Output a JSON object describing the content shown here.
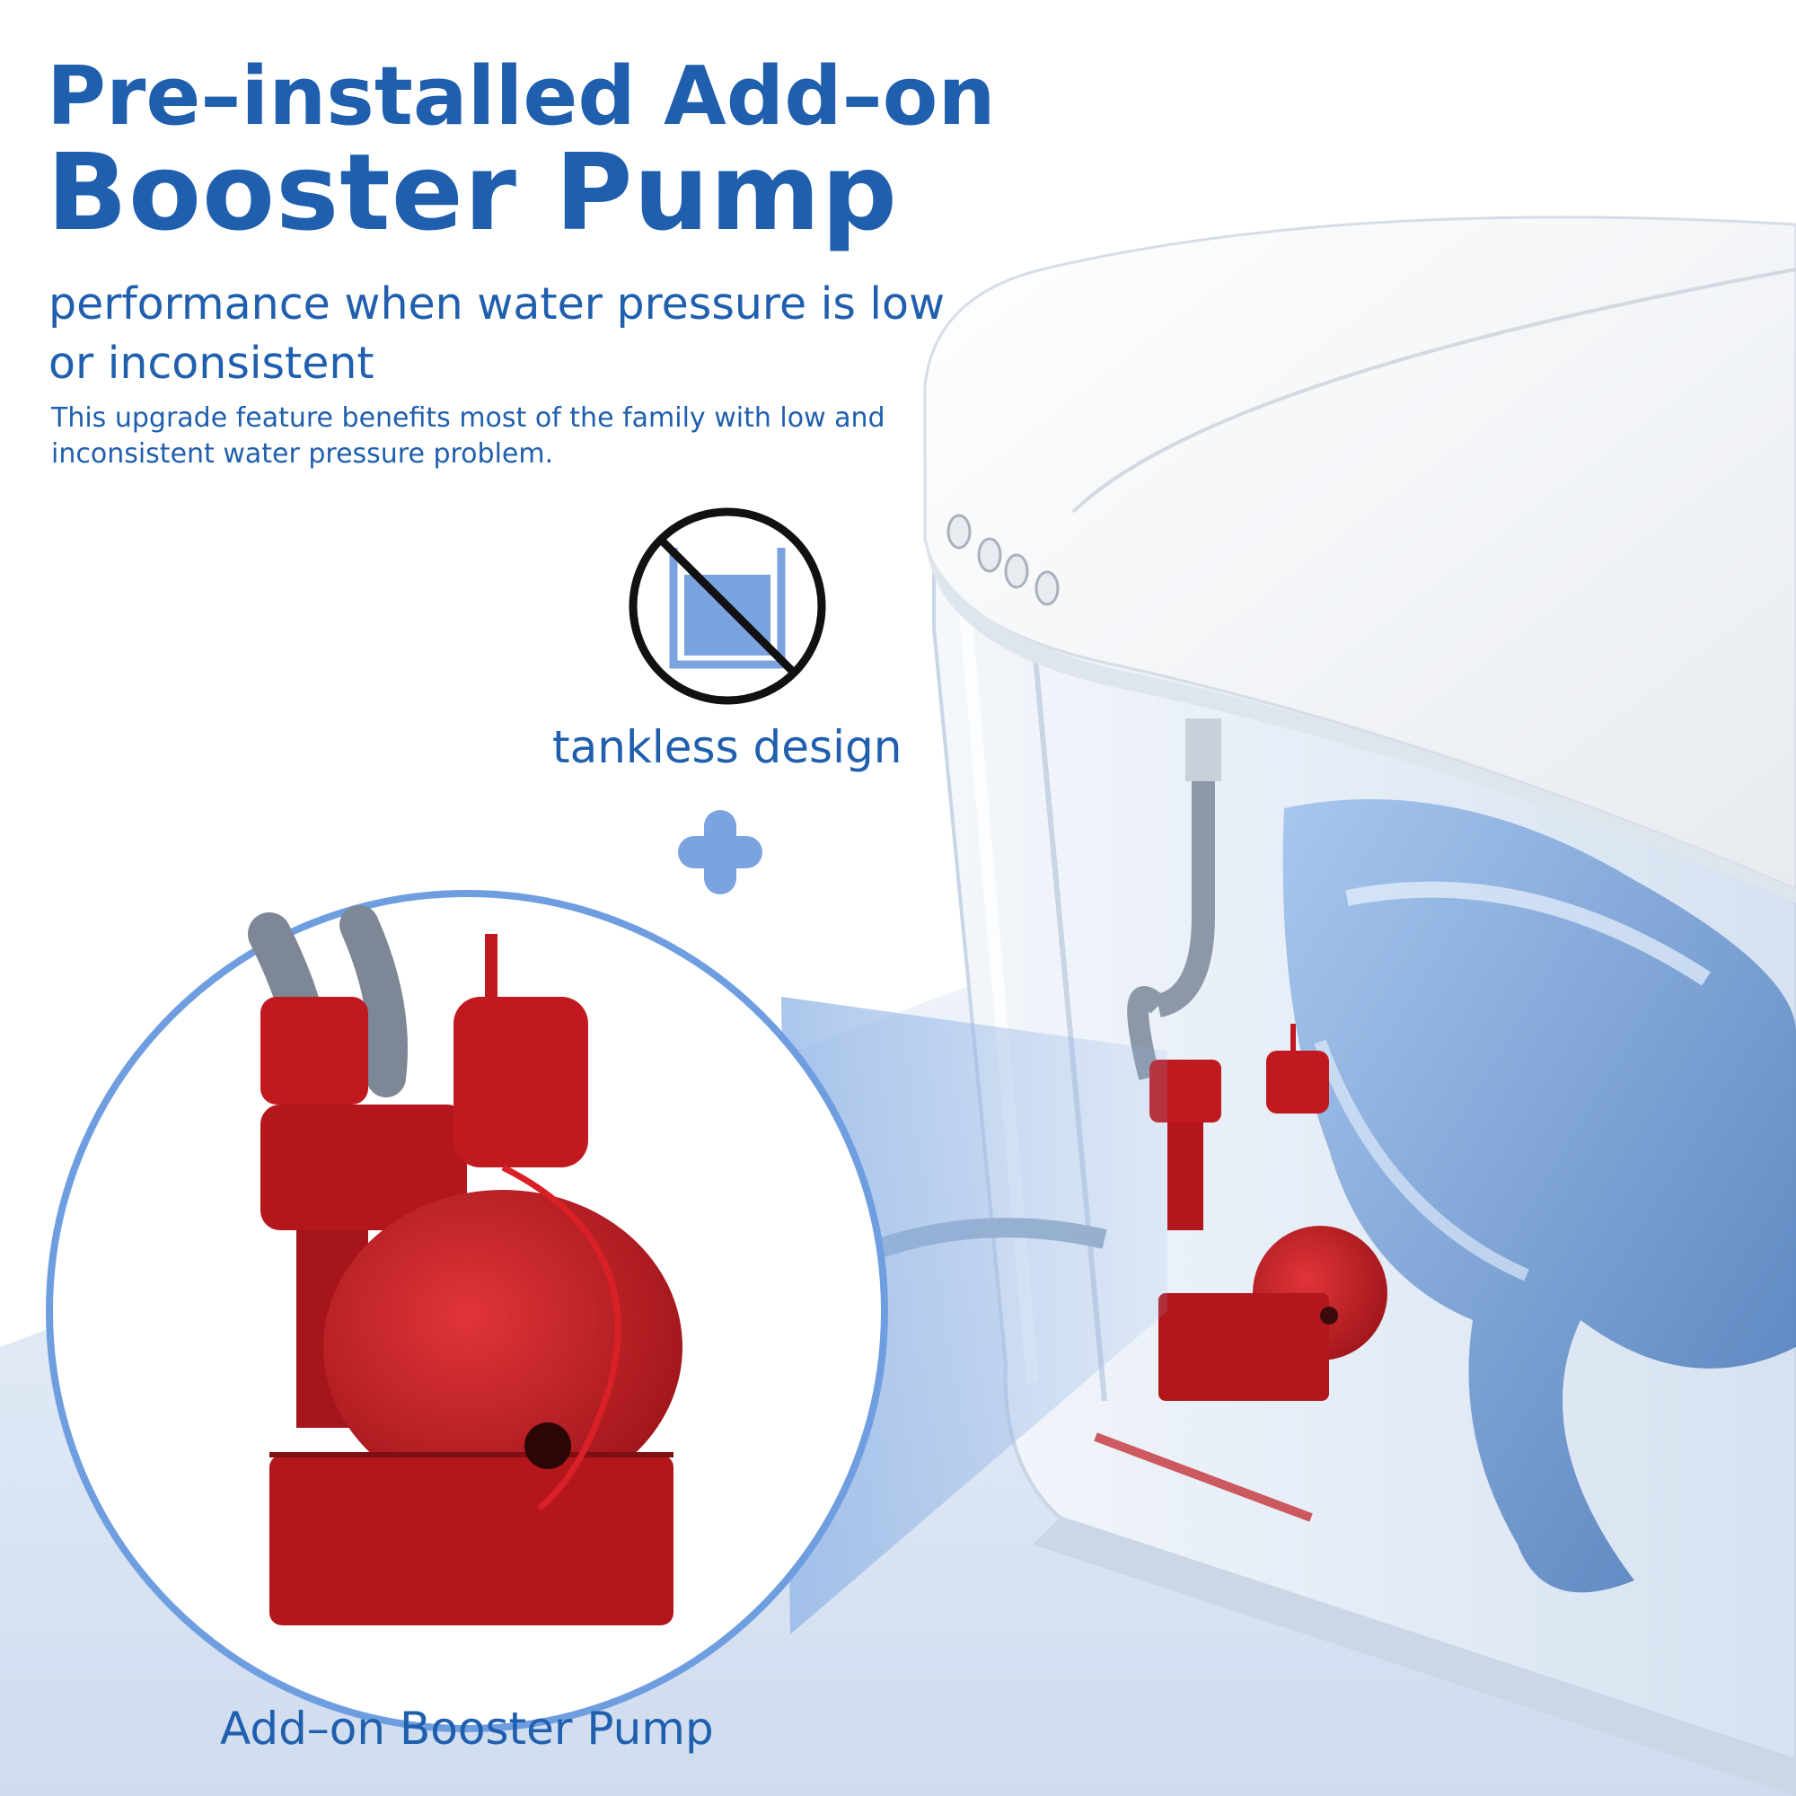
{
  "headline": {
    "line1": "Pre–installed Add–on",
    "line2": "Booster  Pump"
  },
  "subtitle": "performance when water pressure is low or inconsistent",
  "description": "This upgrade feature benefits most of the family with low and inconsistent water pressure problem.",
  "features": {
    "tankless_label": "tankless design",
    "pump_label": "Add–on Booster  Pump"
  },
  "icons": {
    "no_tank": "no-tank-icon",
    "plus": "plus-icon"
  },
  "colors": {
    "brand_blue": "#1f5fae",
    "light_blue": "#7aa3e0",
    "pump_red": "#c01a20",
    "backdrop_blue": "#dbe6f5"
  }
}
